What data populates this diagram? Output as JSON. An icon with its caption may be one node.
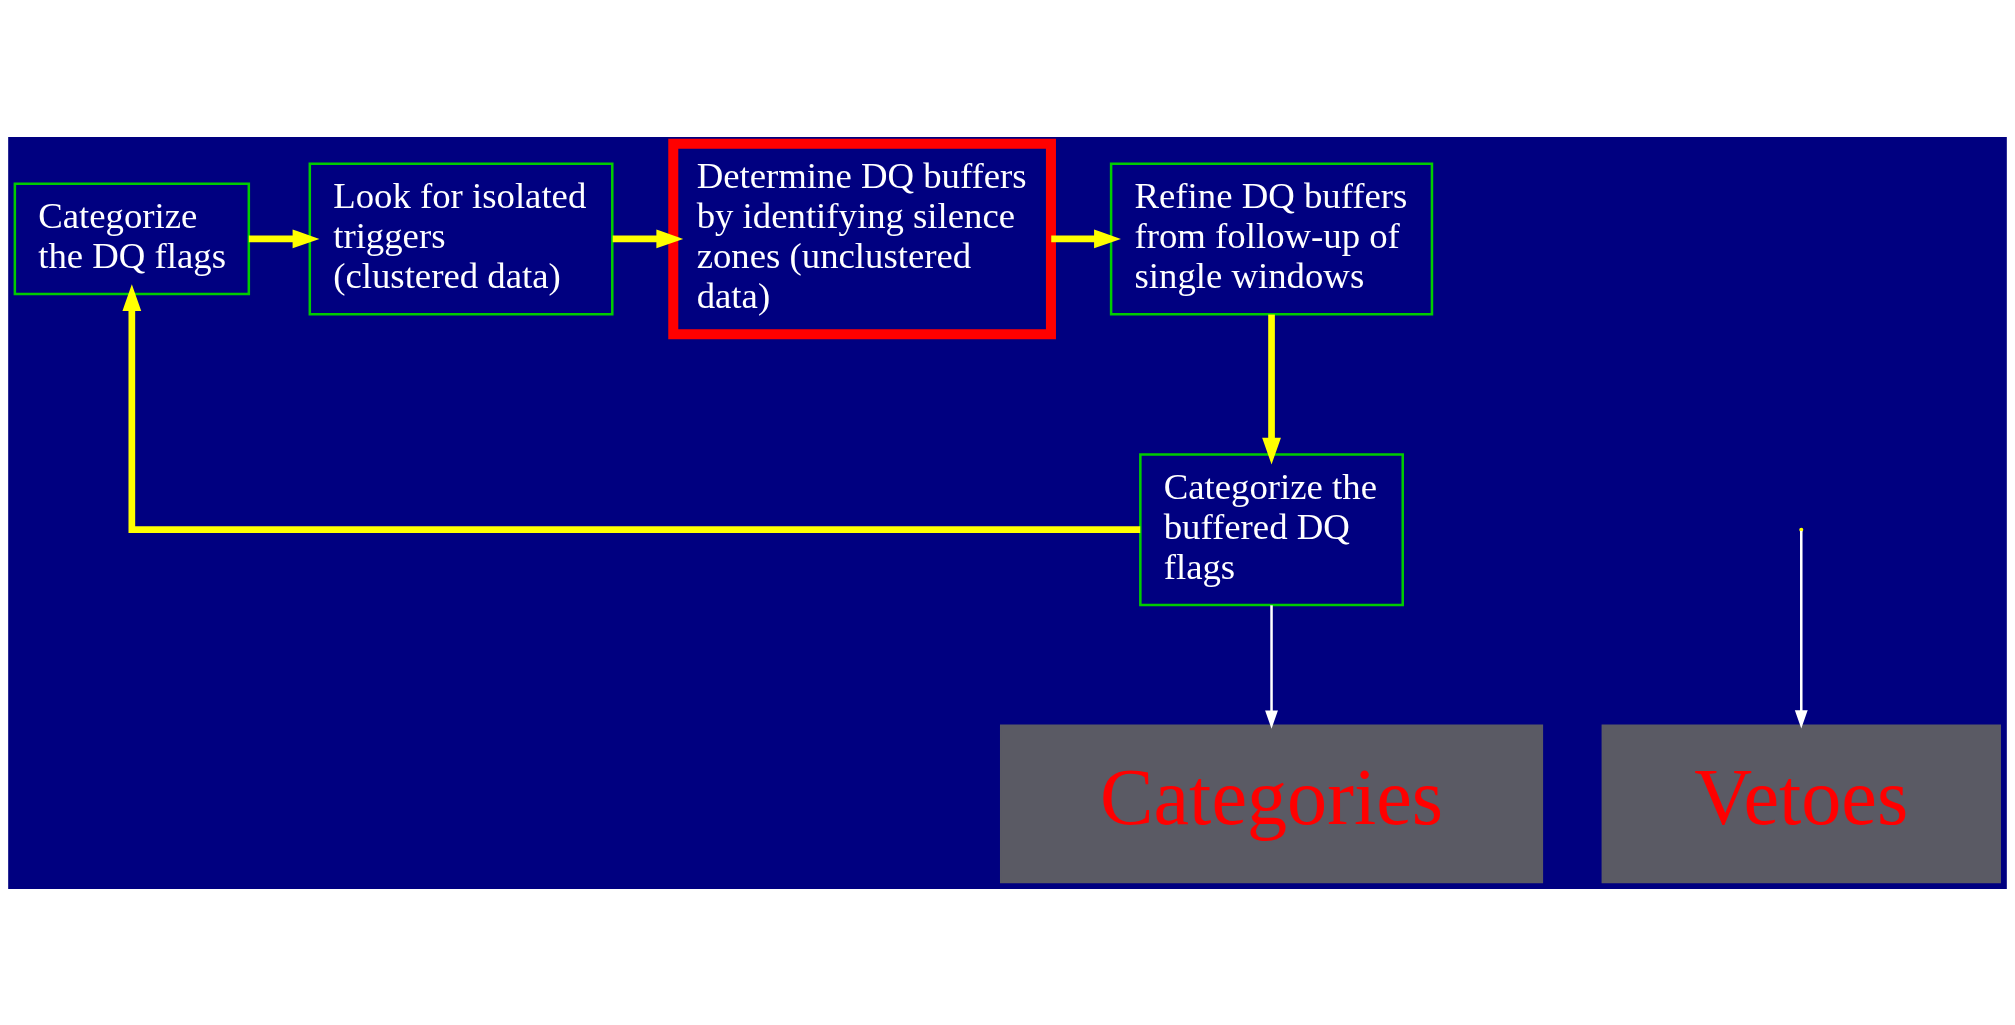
{
  "diagram": {
    "nodes": [
      {
        "text": [
          "Categorize the DQ flags"
        ]
      },
      {
        "text": [
          "Look for isolated triggers (clustered data)"
        ]
      },
      {
        "text": [
          "Determine DQ buffers by identifying silence zones (unclustered data)"
        ]
      },
      {
        "text": [
          "Refine DQ buffers from follow-up of single windows"
        ]
      },
      {
        "text": [
          "Categorize the buffered DQ flags"
        ]
      },
      {
        "text": [
          "Categories"
        ]
      },
      {
        "text": [
          "Vetoes"
        ]
      }
    ],
    "edges": [
      {
        "from": 0,
        "to": 1,
        "arrow": "to"
      },
      {
        "from": 1,
        "to": 2,
        "arrow": "to"
      },
      {
        "from": 2,
        "to": 3,
        "arrow": "to"
      },
      {
        "from": 3,
        "to": 4,
        "arrow": "to"
      },
      {
        "from": 4,
        "to": 0,
        "arrow": "to"
      },
      {
        "from": 4,
        "to": 5,
        "arrow": "to",
        "color": "#ffffff"
      },
      {
        "from": null,
        "to": 6,
        "arrow": "to",
        "color": "#ffffff"
      }
    ]
  }
}
